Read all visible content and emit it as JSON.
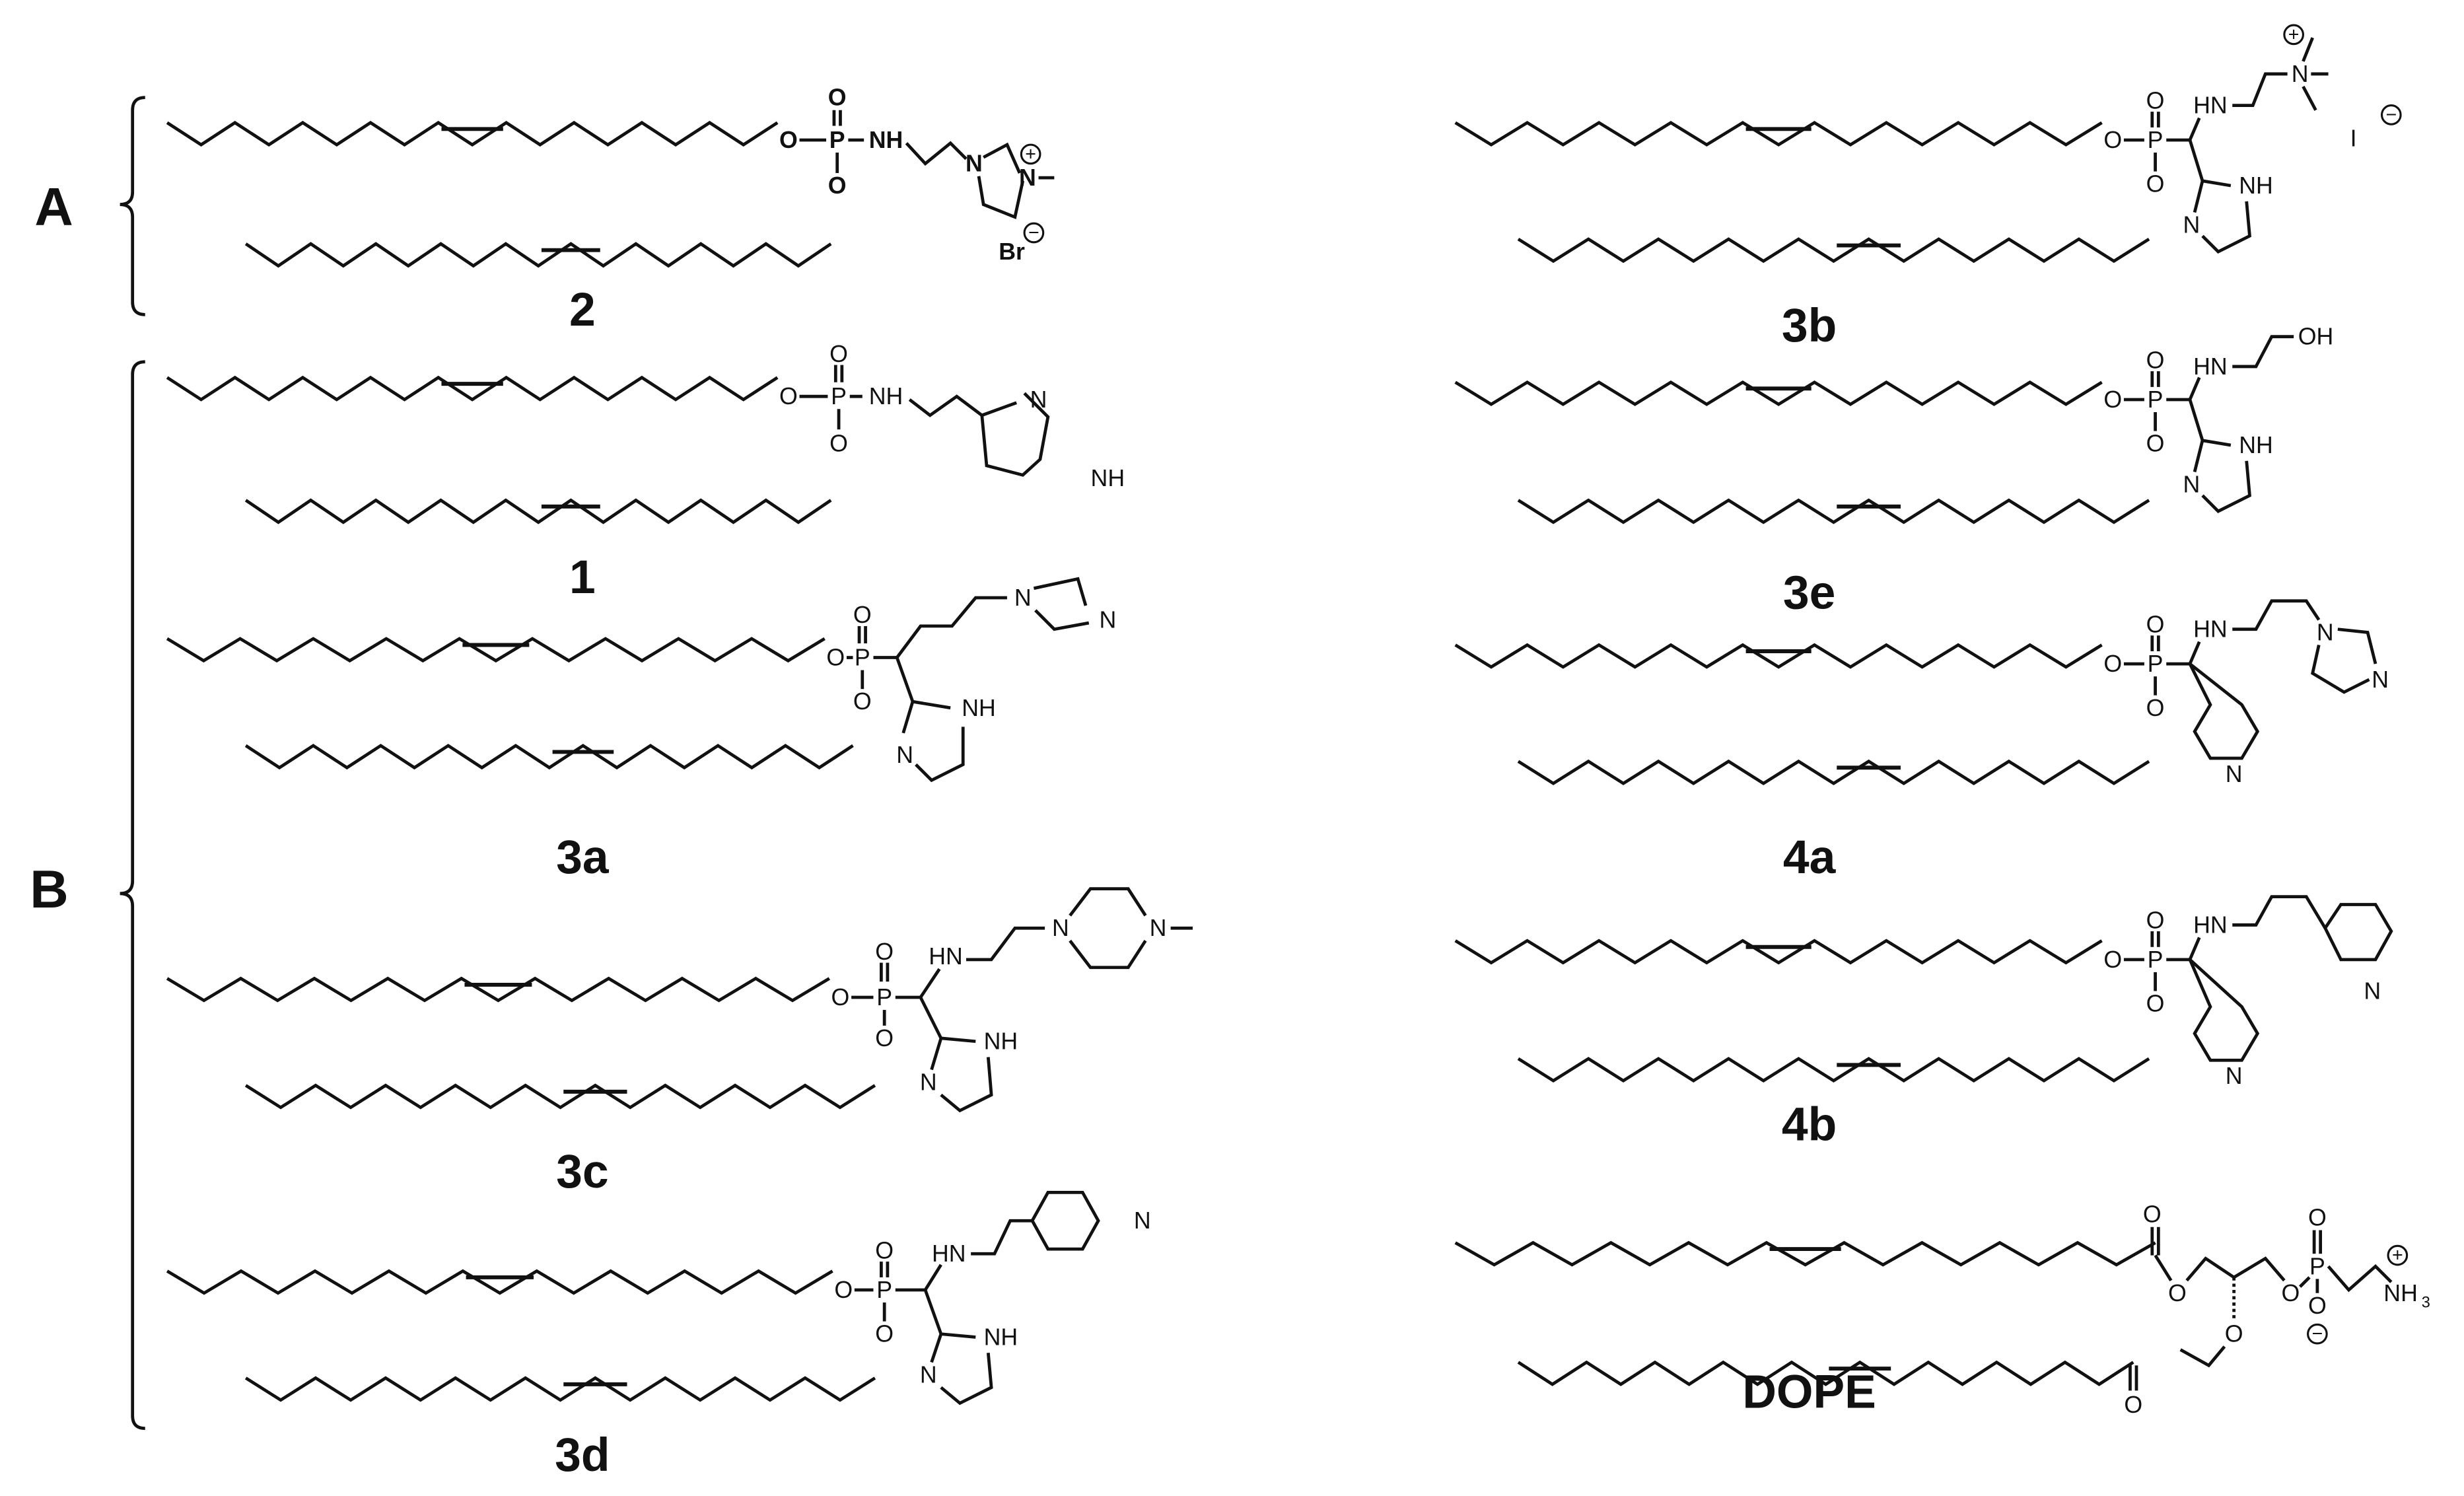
{
  "figure": {
    "groups": [
      {
        "label": "A",
        "members": [
          "2"
        ]
      },
      {
        "label": "B",
        "members": [
          "1",
          "3a",
          "3c",
          "3d"
        ]
      }
    ],
    "compounds": [
      {
        "id": "2",
        "label": "2",
        "column": "left",
        "headgroup": "O-P(=O)-NH-CH2CH2-imidazolium-N-methyl",
        "counterion": "Br",
        "atoms": [
          "O",
          "O",
          "P",
          "NH",
          "O",
          "N",
          "N",
          "Br"
        ],
        "charges": [
          "+",
          "−"
        ]
      },
      {
        "id": "1",
        "label": "1",
        "column": "left",
        "headgroup": "O-P(=O)-NH-CH2CH2-imidazol-4-yl",
        "atoms": [
          "O",
          "O",
          "P",
          "NH",
          "O",
          "N",
          "NH"
        ]
      },
      {
        "id": "3a",
        "label": "3a",
        "column": "left",
        "headgroup": "O-P(=O)-CH(imidazol-2-yl)-(CH2)3-imidazol-1-yl",
        "atoms": [
          "O",
          "O",
          "P",
          "O",
          "NH",
          "N",
          "N",
          "N"
        ]
      },
      {
        "id": "3c",
        "label": "3c",
        "column": "left",
        "headgroup": "O-P(=O)-CH(imidazol-2-yl)-NH-CH2CH2-4-methylpiperazin-1-yl",
        "atoms": [
          "O",
          "O",
          "P",
          "O",
          "HN",
          "NH",
          "N",
          "N",
          "N"
        ]
      },
      {
        "id": "3d",
        "label": "3d",
        "column": "left",
        "headgroup": "O-P(=O)-CH(imidazol-2-yl)-NH-CH2CH2-pyridin-4-yl",
        "atoms": [
          "O",
          "O",
          "P",
          "O",
          "HN",
          "NH",
          "N",
          "N"
        ]
      },
      {
        "id": "3b",
        "label": "3b",
        "column": "right",
        "headgroup": "O-P(=O)-CH(imidazol-2-yl)-NH-CH2CH2-N+(CH3)3",
        "counterion": "I",
        "atoms": [
          "O",
          "O",
          "P",
          "O",
          "HN",
          "NH",
          "N",
          "N",
          "I"
        ],
        "charges": [
          "+",
          "−"
        ]
      },
      {
        "id": "3e",
        "label": "3e",
        "column": "right",
        "headgroup": "O-P(=O)-CH(imidazol-2-yl)-NH-CH2CH2-OH",
        "atoms": [
          "O",
          "O",
          "P",
          "O",
          "HN",
          "OH",
          "NH",
          "N"
        ]
      },
      {
        "id": "4a",
        "label": "4a",
        "column": "right",
        "headgroup": "O-P(=O)-CH(pyridin-4-yl)-NH-(CH2)3-imidazol-1-yl",
        "atoms": [
          "O",
          "O",
          "P",
          "O",
          "HN",
          "N",
          "N",
          "N"
        ]
      },
      {
        "id": "4b",
        "label": "4b",
        "column": "right",
        "headgroup": "O-P(=O)-CH(pyridin-4-yl)-NH-(CH2)3-pyridin-4-yl",
        "atoms": [
          "O",
          "O",
          "P",
          "O",
          "HN",
          "N",
          "N"
        ]
      },
      {
        "id": "DOPE",
        "label": "DOPE",
        "column": "right",
        "headgroup": "glycerol-phosphoethanolamine (NH3+)",
        "atoms": [
          "O",
          "O",
          "O",
          "O",
          "O",
          "P",
          "O",
          "O",
          "NH3"
        ],
        "charges": [
          "+",
          "−"
        ]
      }
    ],
    "tail": "oleyl chain (C18:1, cis-9 double bond)"
  },
  "labels": {
    "A": "A",
    "B": "B",
    "c2": "2",
    "c1": "1",
    "c3a": "3a",
    "c3c": "3c",
    "c3d": "3d",
    "c3b": "3b",
    "c3e": "3e",
    "c4a": "4a",
    "c4b": "4b",
    "cDOPE": "DOPE"
  },
  "atoms": {
    "O": "O",
    "P": "P",
    "NH": "NH",
    "HN": "HN",
    "N": "N",
    "OH": "OH",
    "Br": "Br",
    "I": "I",
    "NH3": "NH",
    "sub3": "3",
    "plus": "+",
    "minus": "−"
  }
}
